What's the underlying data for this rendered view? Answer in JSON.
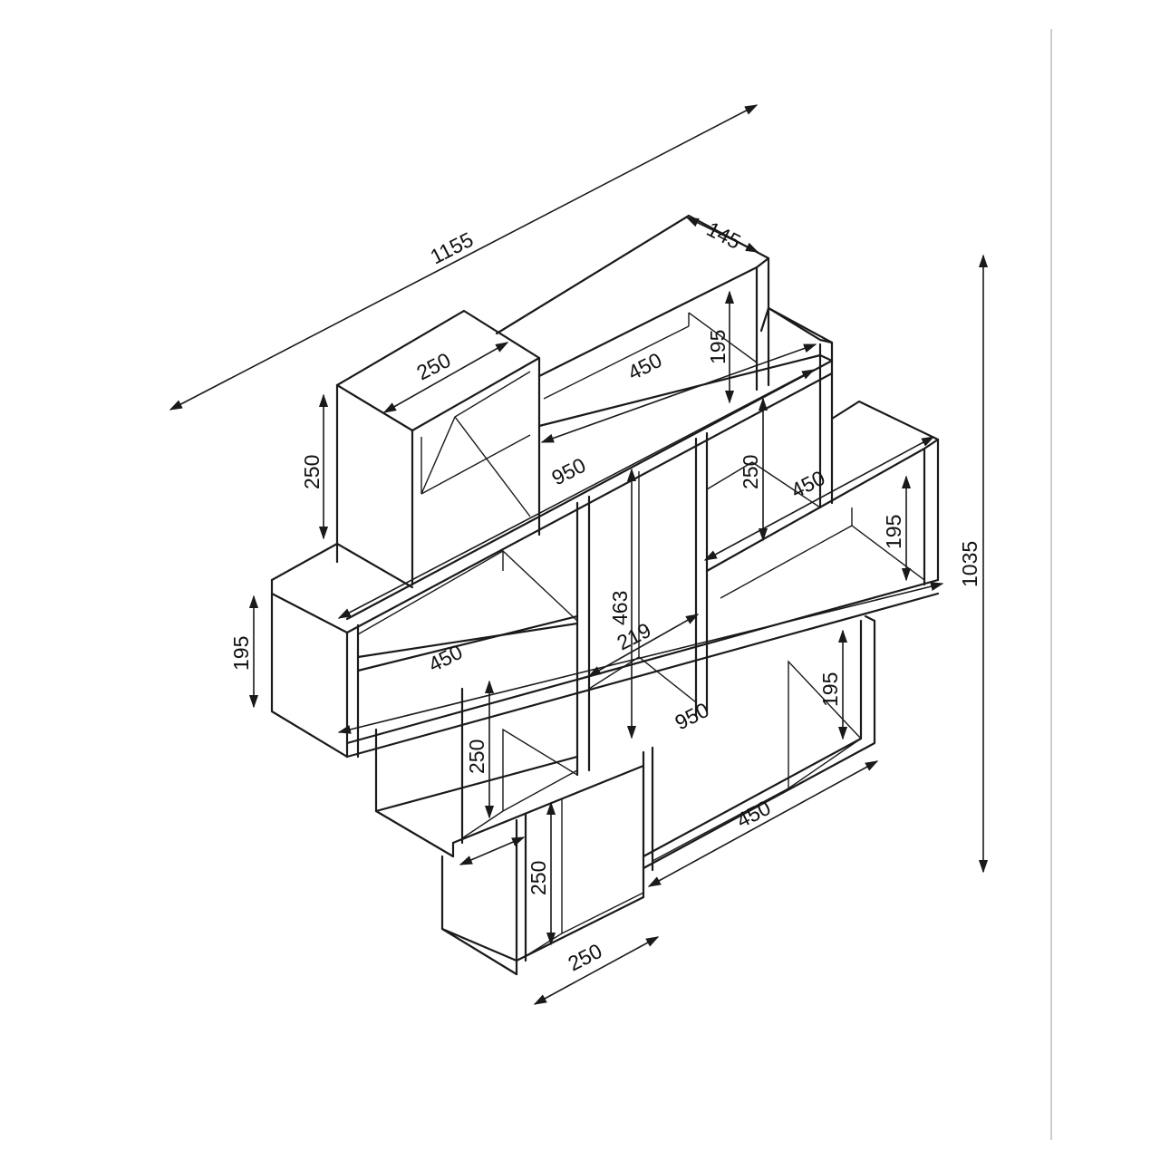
{
  "diagram": {
    "type": "isometric-technical-drawing",
    "colors": {
      "line": "#1a1a1a",
      "background": "#ffffff",
      "frame": "#bdbdbd"
    },
    "dimensions": {
      "overall_width": "1155",
      "overall_height": "1035",
      "depth": "145",
      "top_box_width": "250",
      "top_box_height": "250",
      "top_shelf_length": "450",
      "top_right_height": "195",
      "upper_long_shelf": "950",
      "right_upper_height": "250",
      "right_upper_shelf": "450",
      "right_box_height": "195",
      "center_divider_height": "463",
      "center_divider_depth": "219",
      "left_box_height": "195",
      "left_shelf_length": "450",
      "lower_long_shelf": "950",
      "lower_right_height": "195",
      "lower_left_height": "250",
      "bottom_shelf_length": "450",
      "bottom_box_height": "250",
      "bottom_box_width": "250"
    }
  }
}
